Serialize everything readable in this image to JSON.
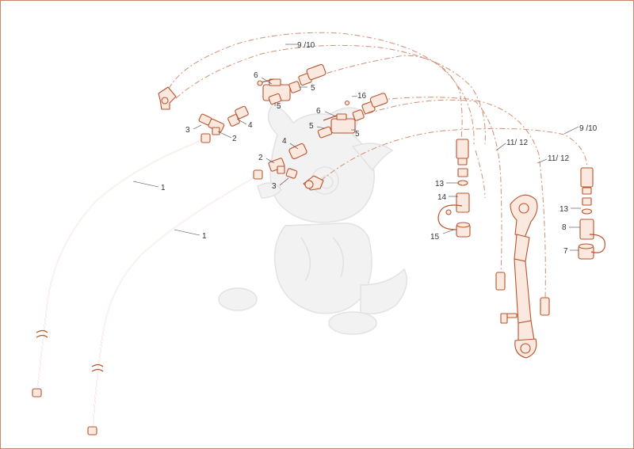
{
  "colors": {
    "line": "#b8532c",
    "fill": "#fbe9df",
    "dashed": "#d08f74",
    "label_text": "#333333",
    "watermark": "#e6e6e6",
    "border": "#c9866a"
  },
  "watermark": {
    "icon": "dragon-mascot-watermark-icon"
  },
  "callouts": [
    {
      "id": "c1",
      "text": "9 /10"
    },
    {
      "id": "c2",
      "text": "6"
    },
    {
      "id": "c3",
      "text": "5"
    },
    {
      "id": "c4",
      "text": "5"
    },
    {
      "id": "c5",
      "text": "16"
    },
    {
      "id": "c6",
      "text": "6"
    },
    {
      "id": "c7",
      "text": "5"
    },
    {
      "id": "c8",
      "text": "5"
    },
    {
      "id": "c9",
      "text": "3"
    },
    {
      "id": "c10",
      "text": "2"
    },
    {
      "id": "c11",
      "text": "4"
    },
    {
      "id": "c12",
      "text": "11/ 12"
    },
    {
      "id": "c13",
      "text": "11/ 12"
    },
    {
      "id": "c14",
      "text": "9 /10"
    },
    {
      "id": "c15",
      "text": "4"
    },
    {
      "id": "c16",
      "text": "2"
    },
    {
      "id": "c17",
      "text": "3"
    },
    {
      "id": "c18",
      "text": "1"
    },
    {
      "id": "c19",
      "text": "1"
    },
    {
      "id": "c20",
      "text": "13"
    },
    {
      "id": "c21",
      "text": "14"
    },
    {
      "id": "c22",
      "text": "15"
    },
    {
      "id": "c23",
      "text": "13"
    },
    {
      "id": "c24",
      "text": "8"
    },
    {
      "id": "c25",
      "text": "7"
    }
  ]
}
